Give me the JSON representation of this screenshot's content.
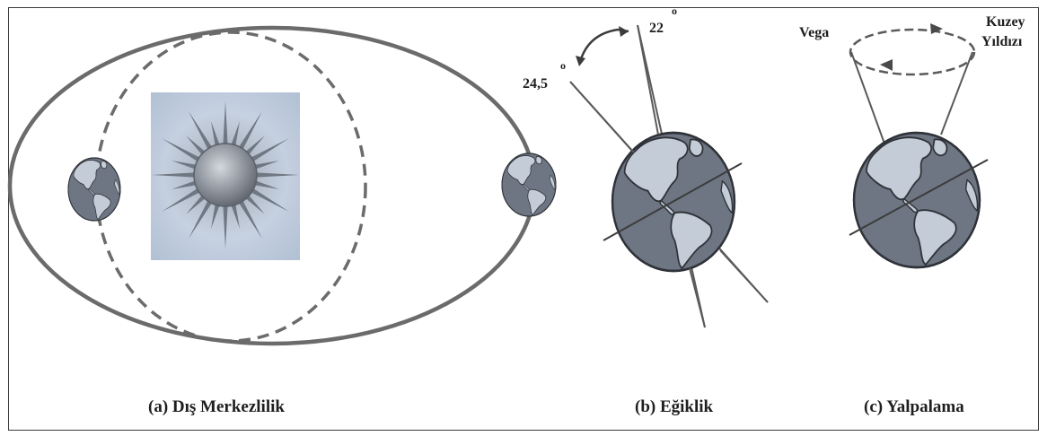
{
  "panels": {
    "a": {
      "caption": "(a) Dış Merkezlilik"
    },
    "b": {
      "caption": "(b) Eğiklik",
      "angle_small": "22",
      "angle_large": "24,5",
      "degree_mark": "o"
    },
    "c": {
      "caption": "(c) Yalpalama",
      "star_left": "Vega",
      "star_right_line1": "Kuzey",
      "star_right_line2": "Yıldızı"
    }
  },
  "colors": {
    "orbit_line": "#6b6b6b",
    "sun_background": "#b7c4d8",
    "earth_ocean": "#6e7683",
    "earth_land": "#c4ccd8",
    "text": "#1e1e1e"
  },
  "icons": [
    "sun-icon",
    "earth-icon"
  ]
}
